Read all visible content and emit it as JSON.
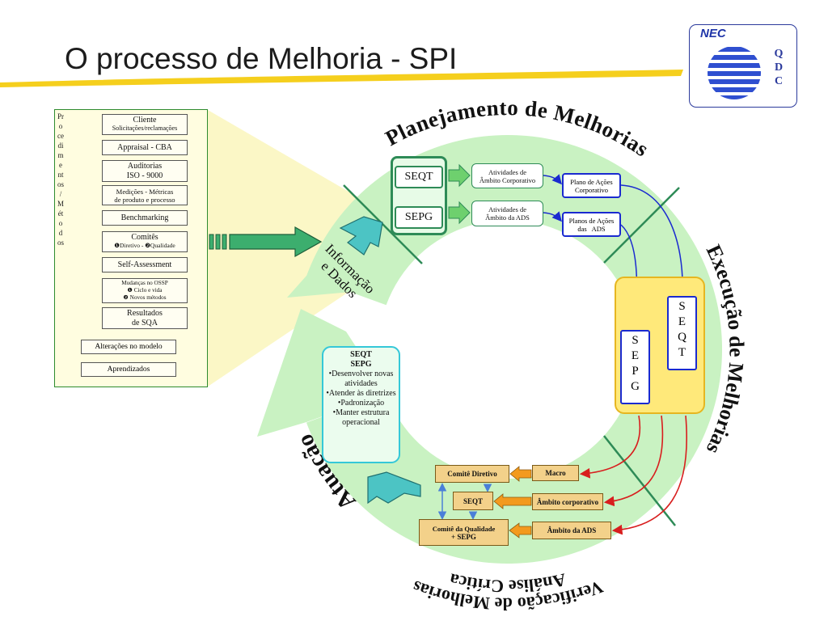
{
  "title": "O processo de Melhoria - SPI",
  "logo": {
    "brand": "NEC",
    "letters": [
      "Q",
      "D",
      "C"
    ]
  },
  "colors": {
    "ring": "#c9f2c2",
    "divider": "#2e8b57",
    "accent_yellow": "#f5cf1d",
    "arrow_green": "#3cae6e",
    "teal": "#4cc4c4",
    "blue": "#1a2ad0",
    "red": "#d81e1e",
    "orange": "#f39a1e"
  },
  "left_panel": {
    "vertical_label": "Procedimentos / Métodos",
    "items": [
      {
        "lines": [
          "Cliente",
          "Solicitações/reclamações"
        ]
      },
      {
        "lines": [
          "Appraisal - CBA"
        ]
      },
      {
        "lines": [
          "Auditorias",
          "ISO - 9000"
        ]
      },
      {
        "lines": [
          "Medições - Métricas",
          "de produto e processo"
        ]
      },
      {
        "lines": [
          "Benchmarking"
        ]
      },
      {
        "lines": [
          "Comitês",
          "❶Diretivo - ❷Qualidade"
        ]
      },
      {
        "lines": [
          "Self-Assessment"
        ]
      },
      {
        "lines": [
          "Mudanças no OSSP",
          "❶ Ciclo e vida",
          "❷ Novos métodos"
        ]
      },
      {
        "lines": [
          "Resultados",
          "de SQA"
        ]
      }
    ],
    "boxes": [
      "Alterações no modelo",
      "Aprendizados"
    ]
  },
  "phases": {
    "planning": "Planejamento de Melhorias",
    "execution": "Execução de Melhorias",
    "verification": "Verificação de Melhorias",
    "review": "Análise Crítica",
    "action": "Atuação"
  },
  "info": [
    "Informação",
    "e Dados"
  ],
  "planning": {
    "seqt": "SEQT",
    "sepg": "SEPG",
    "activities": [
      [
        "Atividades de",
        "Âmbito Corporativo"
      ],
      [
        "Atividades de",
        "Âmbito da ADS"
      ]
    ],
    "plans": [
      [
        "Plano de Ações",
        "Corporativo"
      ],
      [
        "Planos de Ações",
        "das   ADS"
      ]
    ]
  },
  "execution": {
    "seqt": "SEQT",
    "sepg": "SEPG"
  },
  "action_box": {
    "headers": [
      "SEQT",
      "SEPG"
    ],
    "bullets": [
      "•Desenvolver novas atividades",
      "•Atender às diretrizes",
      "•Padronização",
      "•Manter estrutura operacional"
    ]
  },
  "verification": {
    "comite_diretivo": "Comitê Diretivo",
    "macro": "Macro",
    "seqt": "SEQT",
    "ambito_corporativo": "Âmbito corporativo",
    "comite_qualidade": [
      "Comitê da Qualidade",
      "+ SEPG"
    ],
    "ambito_ads": "Âmbito da ADS"
  }
}
